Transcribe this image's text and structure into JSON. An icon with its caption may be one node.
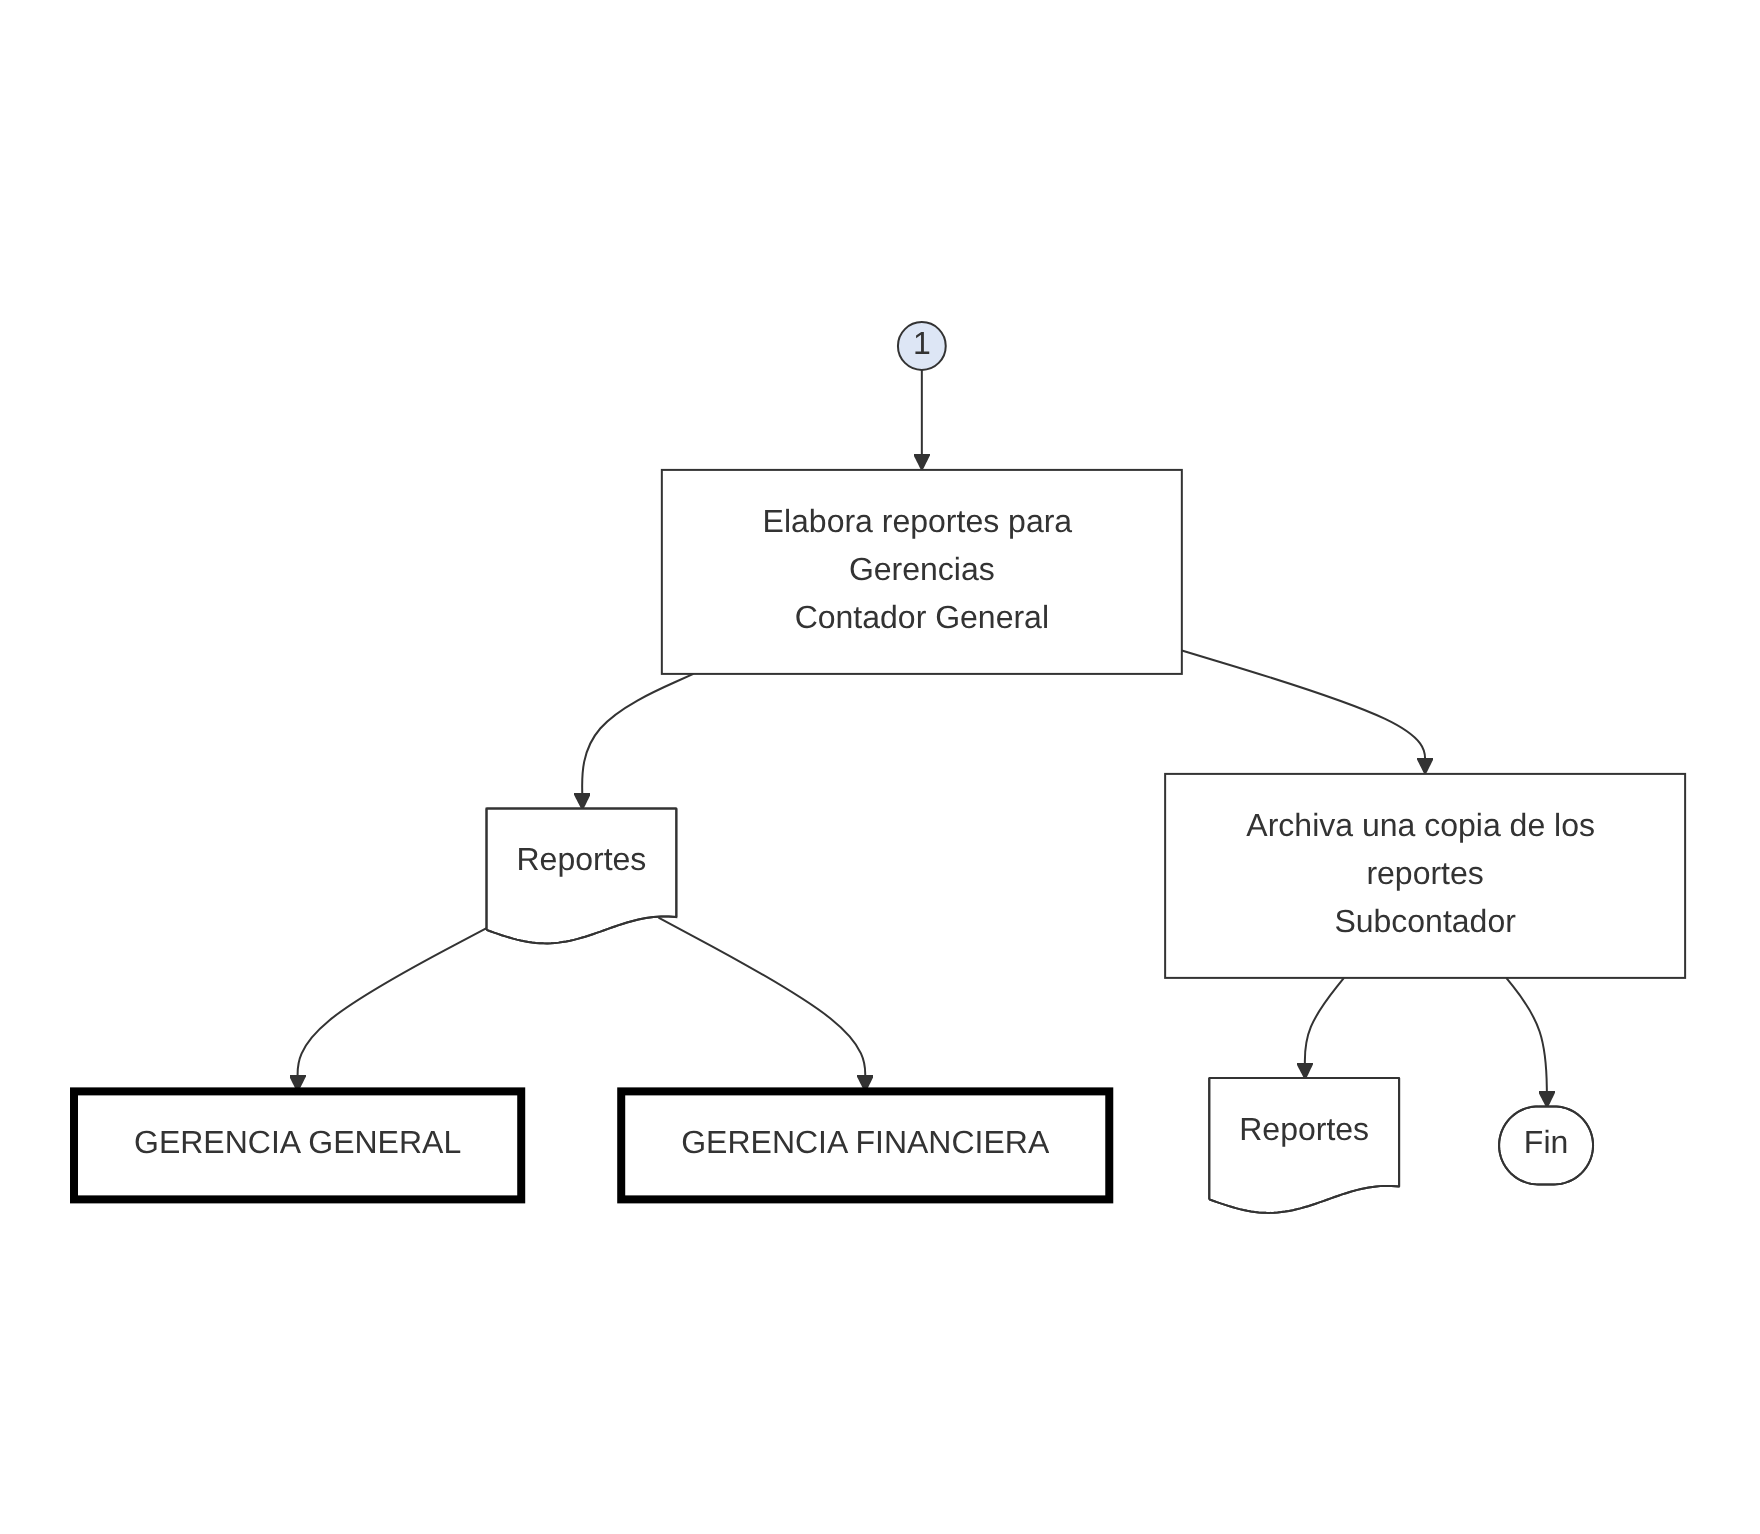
{
  "diagram": {
    "nodes": [
      {
        "text": [
          "1"
        ]
      },
      {
        "text": [
          "Elabora reportes para Gerencias",
          "Contador General"
        ]
      },
      {
        "text": [
          "Reportes"
        ]
      },
      {
        "text": [
          "GERENCIA GENERAL"
        ]
      },
      {
        "text": [
          "GERENCIA FINANCIERA"
        ]
      },
      {
        "text": [
          "Archiva una copia de los reportes",
          "Subcontador"
        ]
      },
      {
        "text": [
          "Reportes"
        ]
      },
      {
        "text": [
          "Fin"
        ]
      }
    ],
    "edges": [
      {
        "from": 0,
        "to": 1,
        "arrow": "to"
      },
      {
        "from": 1,
        "to": 2,
        "arrow": "to"
      },
      {
        "from": 2,
        "to": 3,
        "arrow": "to"
      },
      {
        "from": 2,
        "to": 4,
        "arrow": "to"
      },
      {
        "from": 1,
        "to": 5,
        "arrow": "to"
      },
      {
        "from": 5,
        "to": 6,
        "arrow": "to"
      },
      {
        "from": 5,
        "to": 7,
        "arrow": "to"
      }
    ]
  }
}
